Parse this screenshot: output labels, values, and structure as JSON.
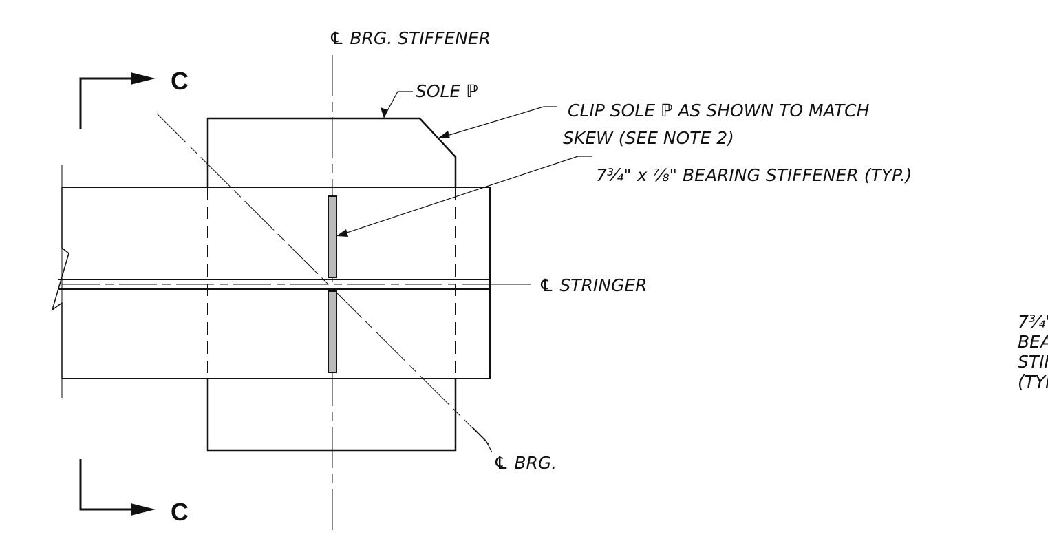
{
  "colors": {
    "ink": "#111111",
    "paper": "#ffffff",
    "stiffener_fill": "#bbbbbb"
  },
  "section_marks": {
    "top": "C",
    "bottom": "C"
  },
  "labels": {
    "brg_stiffener": "℄ BRG. STIFFENER",
    "sole_pl": "SOLE ℙ",
    "clip_line1": "CLIP SOLE ℙ AS SHOWN TO MATCH",
    "clip_line2": "SKEW (SEE NOTE 2)",
    "bearing_stiffener_note": "7¾\" x ⅞\" BEARING STIFFENER (TYP.)",
    "stringer": "℄ STRINGER",
    "brg": "℄ BRG."
  },
  "partial_note": {
    "line1": "7¾\"",
    "line2": "BEA",
    "line3": "STIF",
    "line4": "(TYP"
  }
}
